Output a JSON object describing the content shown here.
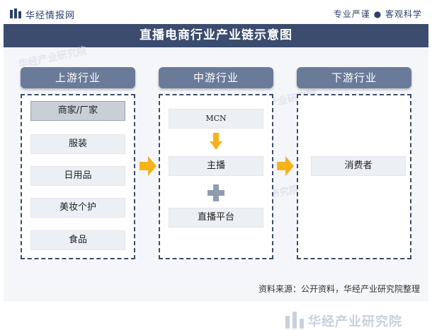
{
  "header": {
    "brand": "华经情报网",
    "slogan": "专业严谨 ● 客观科学"
  },
  "title": "直播电商行业产业链示意图",
  "upstream": {
    "header": "上游行业",
    "items": [
      "商家/厂家",
      "服装",
      "日用品",
      "美妆个护",
      "食品"
    ]
  },
  "midstream": {
    "header": "中游行业",
    "top": "MCN",
    "middle": "主播",
    "bottom": "直播平台"
  },
  "downstream": {
    "header": "下游行业",
    "item": "消费者"
  },
  "watermark": {
    "name": "华经产业研究院"
  },
  "source": "资料来源：公开资料，华经产业研究院整理",
  "colors": {
    "title_bg": "#3b4c6e",
    "header_bg": "#6a7b9a",
    "arrow": "#f5b21b",
    "plus": "#8f9bb3"
  }
}
